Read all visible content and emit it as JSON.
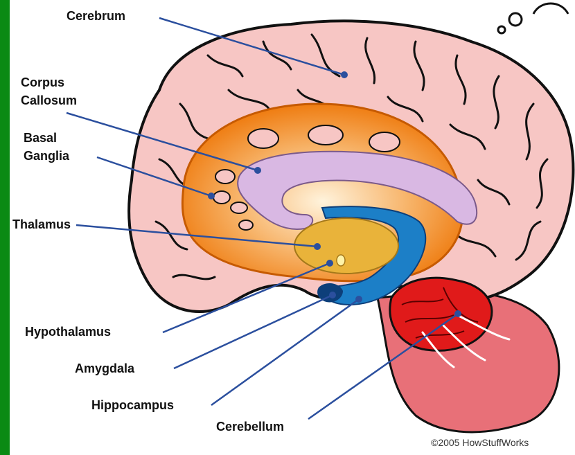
{
  "labels": {
    "cerebrum": "Cerebrum",
    "corpus_callosum_line1": "Corpus",
    "corpus_callosum_line2": "Callosum",
    "basal_ganglia_line1": "Basal",
    "basal_ganglia_line2": "Ganglia",
    "thalamus": "Thalamus",
    "hypothalamus": "Hypothalamus",
    "amygdala": "Amygdala",
    "hippocampus": "Hippocampus",
    "cerebellum": "Cerebellum"
  },
  "copyright": "©2005 HowStuffWorks",
  "colors": {
    "side_bar": "#0a8a14",
    "cerebrum": "#f7c6c4",
    "cerebrum_folds": "#111111",
    "limbic_ring": "#f08a1e",
    "corpus_callosum": "#d9b8e3",
    "thalamus": "#e9b33a",
    "hippocampus": "#1c7fc7",
    "cerebellum": "#e01a1a",
    "brainstem": "#e87078",
    "leader_lines": "#2b4f9e"
  }
}
